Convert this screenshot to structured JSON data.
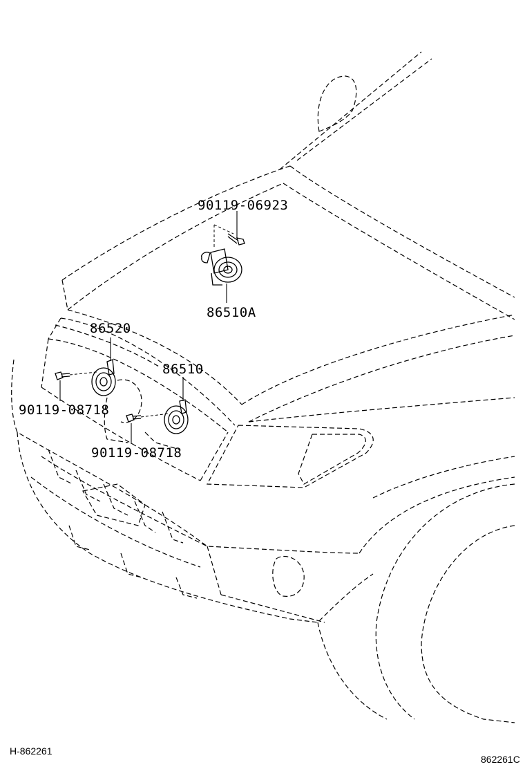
{
  "labels": {
    "bolt_top": "90119-06923",
    "horn_top": "86510A",
    "horn_left": "86520",
    "horn_right": "86510",
    "bolt_left": "90119-08718",
    "bolt_right": "90119-08718"
  },
  "footer": {
    "left_code": "H-862261",
    "right_code": "862261C"
  }
}
